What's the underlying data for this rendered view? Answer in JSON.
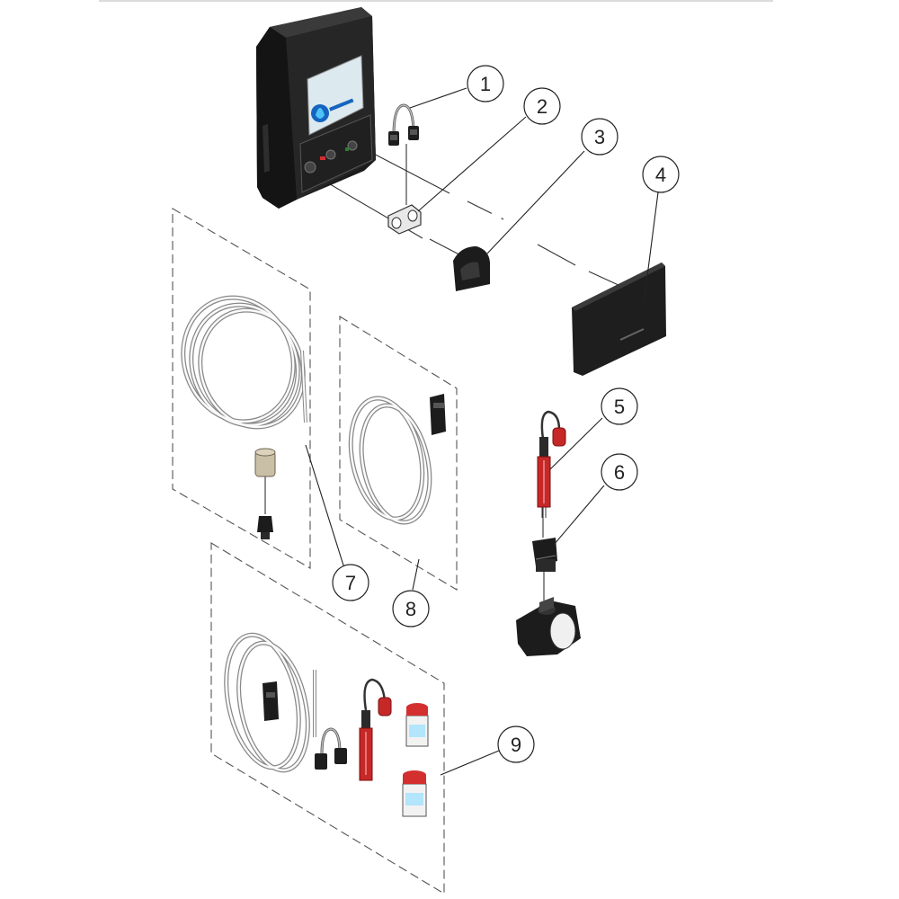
{
  "diagram": {
    "type": "exploded-parts-view",
    "background": "#ffffff",
    "colors": {
      "housing": "#1e1e1e",
      "probe_red": "#c62828",
      "cap_red": "#d32f2f",
      "screen": "#dde8ec",
      "tube": "#e6e6e6",
      "outline": "#555555"
    },
    "callouts": [
      {
        "id": "1",
        "label": "1"
      },
      {
        "id": "2",
        "label": "2"
      },
      {
        "id": "3",
        "label": "3"
      },
      {
        "id": "4",
        "label": "4"
      },
      {
        "id": "5",
        "label": "5"
      },
      {
        "id": "6",
        "label": "6"
      },
      {
        "id": "7",
        "label": "7"
      },
      {
        "id": "8",
        "label": "8"
      },
      {
        "id": "9",
        "label": "9"
      }
    ]
  }
}
